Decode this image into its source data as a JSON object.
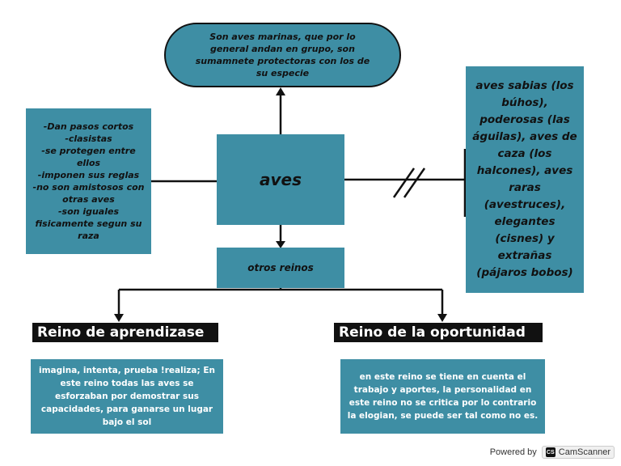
{
  "top_oval": {
    "text": "Son aves marinas, que por lo general andan en grupo, son sumamnete protectoras con los de su especie"
  },
  "center": {
    "label": "aves"
  },
  "left_box": {
    "lines": [
      "-Dan pasos cortos",
      "-clasistas",
      "-se protegen entre ellos",
      "-imponen sus reglas",
      "-no son amistosos con otras aves",
      "-son iguales fisicamente segun su raza"
    ]
  },
  "right_box": {
    "text": "aves sabias (los búhos), poderosas (las águilas), aves de caza (los halcones), aves raras (avestruces), elegantes (cisnes) y extrañas (pájaros bobos)"
  },
  "otros": {
    "label": "otros reinos"
  },
  "reino_aprendizaje": {
    "title": "Reino de aprendizase",
    "text": "imagina, intenta, prueba !realiza; En este reino todas las aves se esforzaban por demostrar sus capacidades, para ganarse un lugar bajo el sol"
  },
  "reino_oportunidad": {
    "title": "Reino de la oportunidad",
    "text": "en este reino se tiene en cuenta el trabajo y aportes, la personalidad en este reino no se critica por lo contrario la elogian, se puede ser tal como no es."
  },
  "watermark": {
    "powered": "Powered by",
    "brand": "CamScanner",
    "icon": "CS"
  },
  "colors": {
    "box": "#3e8ea4",
    "line": "#111111",
    "header_bg": "#111111"
  }
}
